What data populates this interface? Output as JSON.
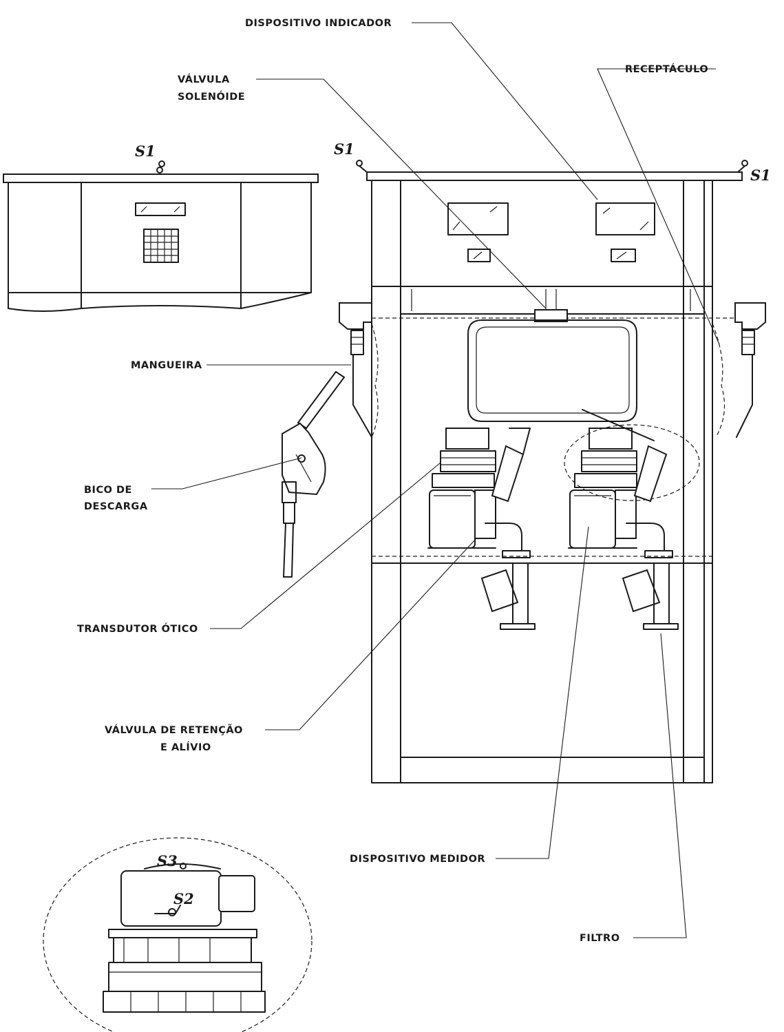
{
  "labels": {
    "dispositivo_indicador": "DISPOSITIVO INDICADOR",
    "valvula_solenoide_1": "VÁLVULA",
    "valvula_solenoide_2": "SOLENÓIDE",
    "receptaculo": "RECEPTÁCULO",
    "mangueira": "MANGUEIRA",
    "bico_1": "BICO DE",
    "bico_2": "DESCARGA",
    "transdutor": "TRANSDUTOR ÓTICO",
    "valvula_retencao_1": "VÁLVULA DE RETENÇÃO",
    "valvula_retencao_2": "E ALÍVIO",
    "dispositivo_medidor": "DISPOSITIVO MEDIDOR",
    "filtro": "FILTRO"
  },
  "seals": {
    "s1": "S1",
    "s2": "S2",
    "s3": "S3"
  }
}
